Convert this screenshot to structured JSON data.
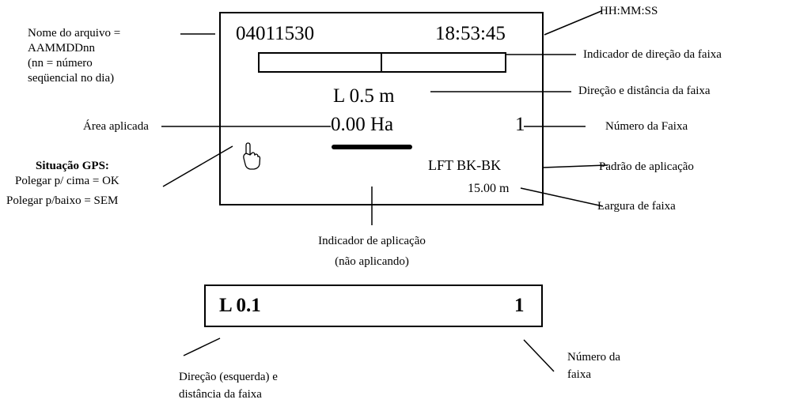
{
  "screen": {
    "file_name": "04011530",
    "time": "18:53:45",
    "direction_distance": "L 0.5 m",
    "area": "0.00 Ha",
    "swath_number": "1",
    "pattern": "LFT BK-BK",
    "swath_width": "15.00 m",
    "gps_icon": "thumbs-up-icon"
  },
  "annotations": {
    "file_name_label": [
      "Nome do arquivo =",
      "AAMMDDnn",
      "(nn = número",
      "seqüencial no dia)"
    ],
    "time_format": "HH:MM:SS",
    "swath_direction_indicator": "Indicador de direção da faixa",
    "direction_distance": "Direção e distância da faixa",
    "applied_area": "Área aplicada",
    "swath_number": "Número da Faixa",
    "gps_status_title": "Situação GPS:",
    "gps_ok": "Polegar p/ cima = OK",
    "gps_none": "Polegar p/baixo = SEM",
    "application_pattern": "Padrão de aplicação",
    "swath_width": "Largura de faixa",
    "application_indicator": [
      "Indicador de aplicação",
      "(não aplicando)"
    ]
  },
  "mini_display": {
    "direction_distance": "L 0.1",
    "swath_number": "1"
  },
  "mini_annotations": {
    "direction_distance": [
      "Direção (esquerda) e",
      "distância da faixa"
    ],
    "swath_number": [
      "Número da",
      "faixa"
    ]
  },
  "colors": {
    "line": "#000000",
    "background": "#ffffff"
  }
}
